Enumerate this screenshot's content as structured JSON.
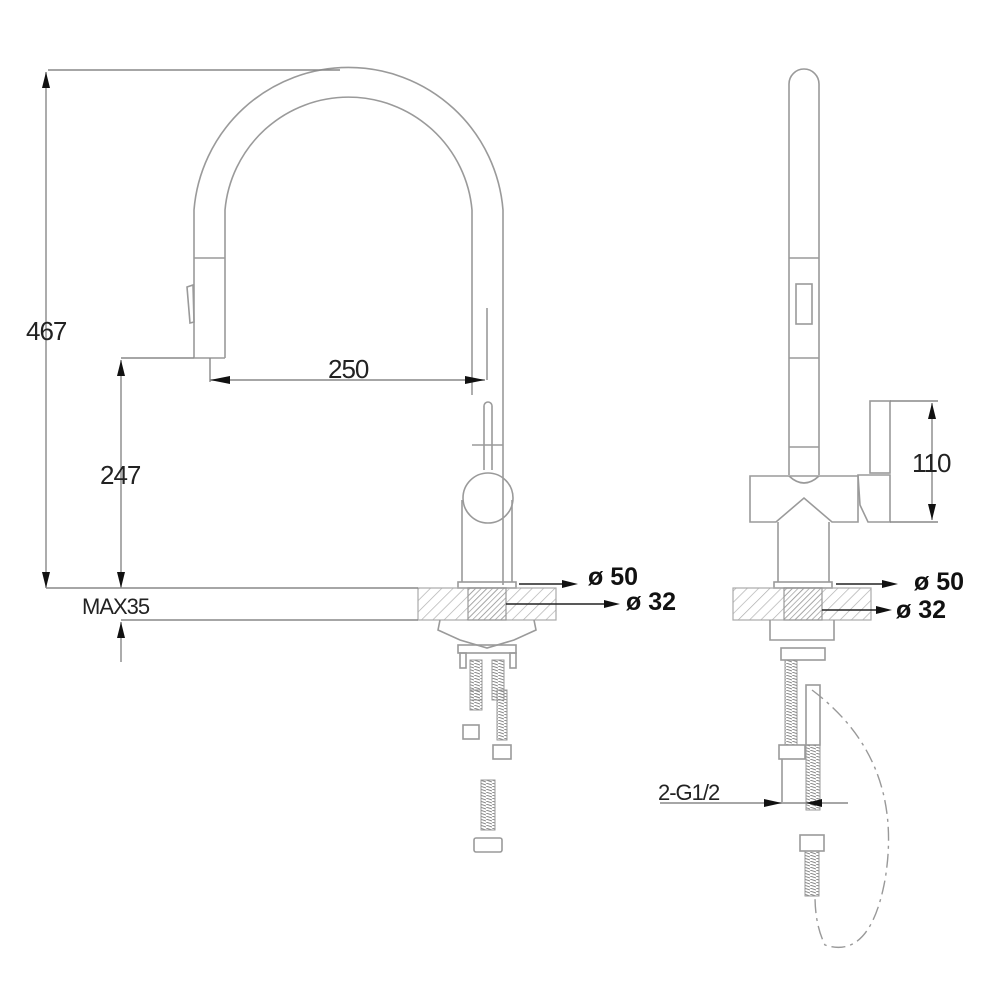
{
  "drawing": {
    "front_view": {
      "total_height": "467",
      "spout_height": "247",
      "spout_reach": "250",
      "max_counter_thickness": "MAX35",
      "outer_diameter": "ø 50",
      "hole_diameter": "ø 32"
    },
    "side_view": {
      "handle_height": "110",
      "outer_diameter": "ø 50",
      "hole_diameter": "ø 32",
      "connection_thread": "2-G1/2"
    },
    "colors": {
      "line": "#9a9a9a",
      "text": "#222222",
      "arrow": "#111111",
      "hatch": "#b0b0b0"
    }
  }
}
